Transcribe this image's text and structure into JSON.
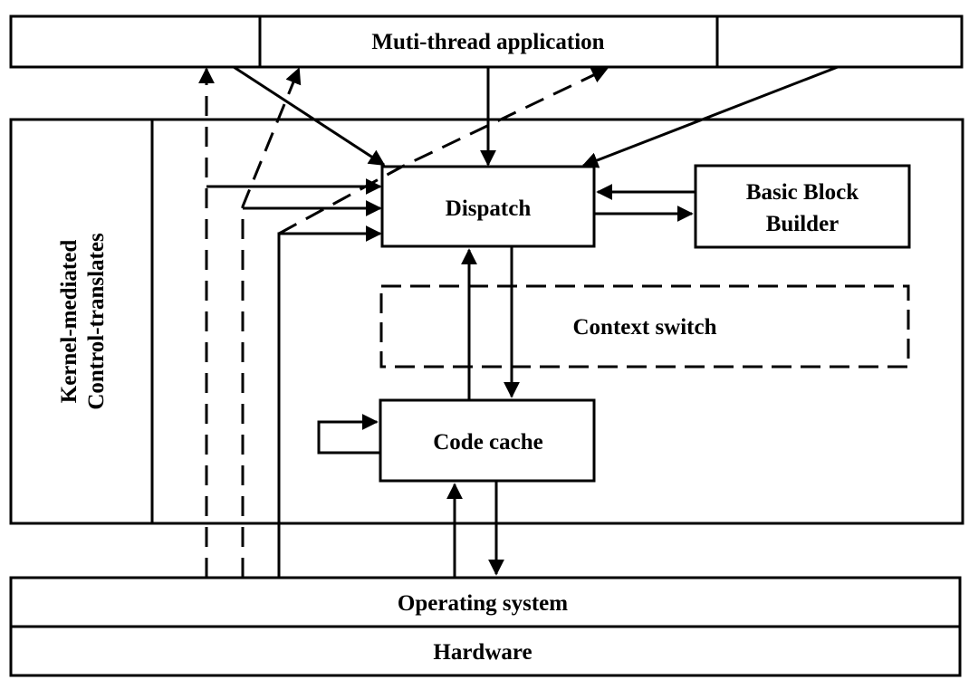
{
  "labels": {
    "app": "Muti-thread application",
    "dispatch": "Dispatch",
    "bbb_line1": "Basic Block",
    "bbb_line2": "Builder",
    "context": "Context switch",
    "cache": "Code cache",
    "kernel_line1": "Kernel-mediated",
    "kernel_line2": "Control-translates",
    "os": "Operating system",
    "hw": "Hardware"
  }
}
